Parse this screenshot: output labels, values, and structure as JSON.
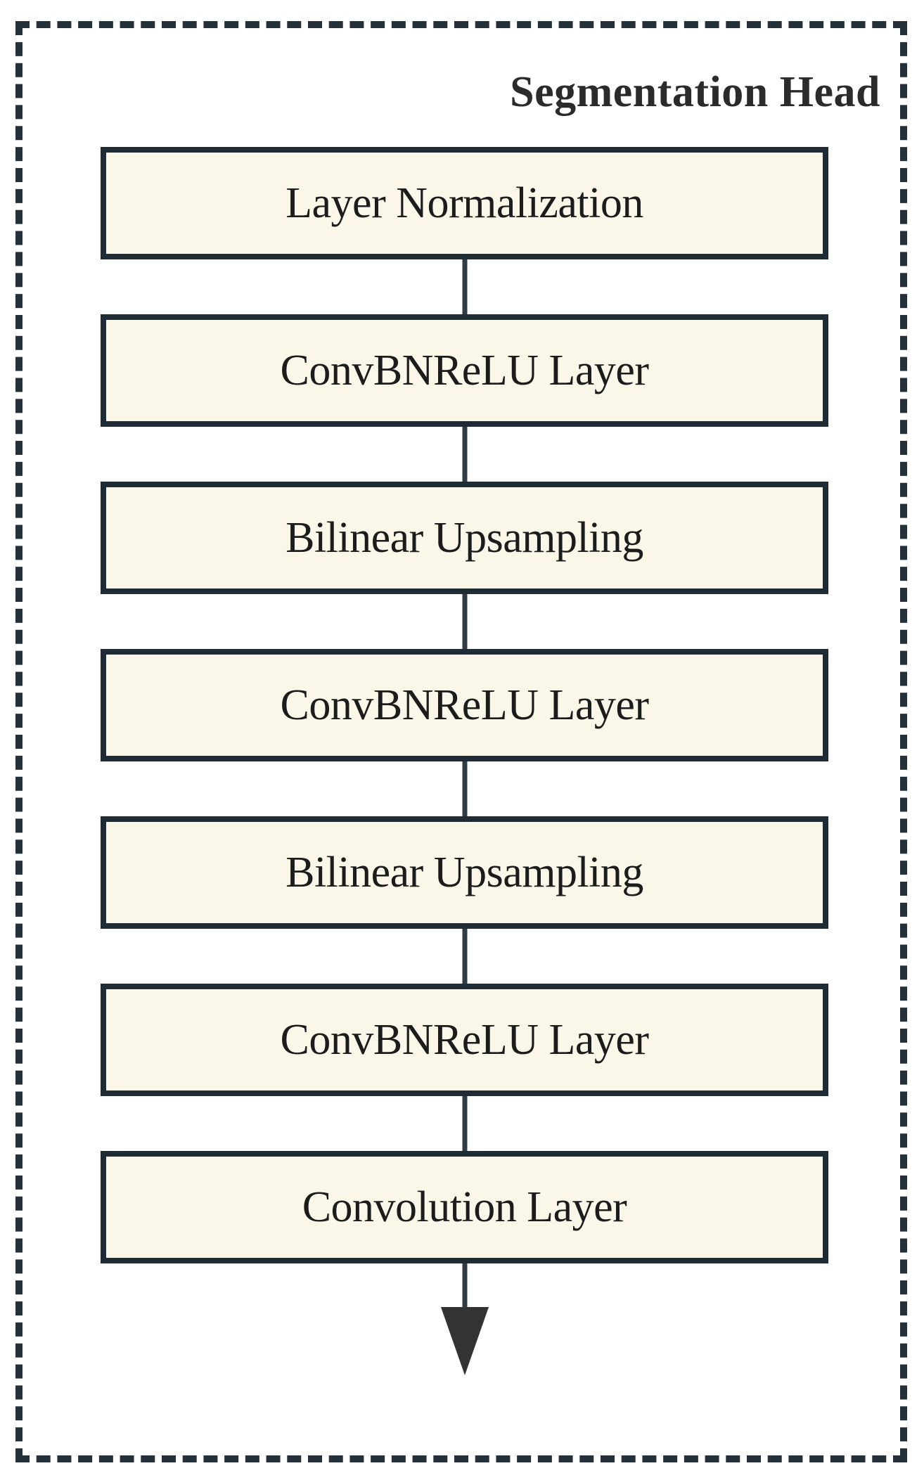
{
  "diagram": {
    "title": "Segmentation Head",
    "colors": {
      "frame_border": "#24303a",
      "node_fill": "#faf7e8",
      "node_border": "#1f2c36",
      "connector": "#313b43",
      "arrow": "#333333",
      "background": "#ffffff",
      "text": "#1c1c1c"
    },
    "nodes": [
      {
        "label": "Layer Normalization"
      },
      {
        "label": "ConvBNReLU Layer"
      },
      {
        "label": "Bilinear Upsampling"
      },
      {
        "label": "ConvBNReLU Layer"
      },
      {
        "label": "Bilinear Upsampling"
      },
      {
        "label": "ConvBNReLU Layer"
      },
      {
        "label": "Convolution Layer"
      }
    ],
    "output_arrow": "downward-arrow"
  }
}
